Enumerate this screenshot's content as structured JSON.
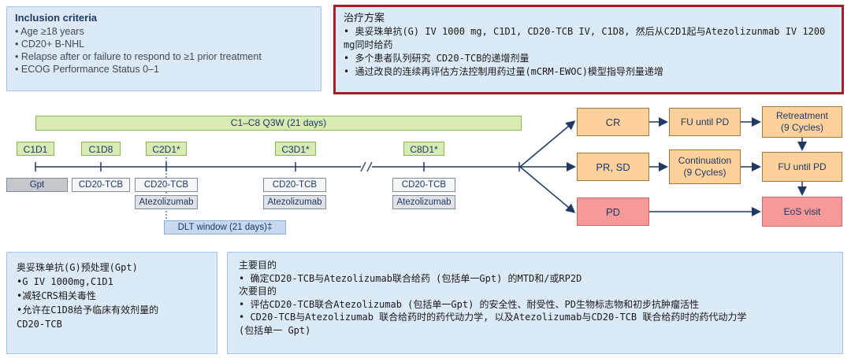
{
  "inclusion": {
    "title": "Inclusion criteria",
    "items": [
      "Age ≥18 years",
      "CD20+ B-NHL",
      "Relapse after or failure to respond to ≥1 prior treatment",
      "ECOG Performance Status 0–1"
    ]
  },
  "treatment": {
    "title": "治疗方案",
    "items": [
      "奥妥珠单抗(G) IV 1000 mg, C1D1, CD20-TCB IV, C1D8, 然后从C2D1起与Atezolizunmab IV 1200 mg同时给药",
      "多个患者队列研究 CD20-TCB的递增剂量",
      "通过改良的连续再评估方法控制用药过量(mCRM-EWOC)模型指导剂量递增"
    ]
  },
  "timeline": {
    "cycle_bar": "C1–C8 Q3W (21 days)",
    "days": [
      "C1D1",
      "C1D8",
      "C2D1*",
      "C3D1*",
      "C8D1*"
    ],
    "drugs": {
      "gpt": "Gpt",
      "tcb": "CD20-TCB",
      "atezo": "Atezolizumab"
    },
    "dlt": "DLT window (21 days)‡"
  },
  "outcomes": {
    "cr": "CR",
    "prsd": "PR, SD",
    "pd": "PD",
    "fu1": "FU until PD",
    "retreat": [
      "Retreatment",
      "(9 Cycles)"
    ],
    "contin": [
      "Continuation",
      "(9 Cycles)"
    ],
    "fu2": "FU until PD",
    "eos": "EoS visit"
  },
  "pretreat": {
    "title": "奥妥珠单抗(G)预处理(Gpt)",
    "items": [
      "•G IV 1000mg,C1D1",
      "•减轻CRS相关毒性",
      "•允许在C1D8给予临床有效剂量的",
      "CD20-TCB"
    ]
  },
  "objectives": {
    "primary_title": "主要目的",
    "primary": "确定CD20-TCB与Atezolizumab联合给药 (包括单一Gpt) 的MTD和/或RP2D",
    "secondary_title": "次要目的",
    "secondary": [
      "评估CD20-TCB联合Atezolizumab (包括单一Gpt) 的安全性、耐受性、PD生物标志物和初步抗肿瘤活性",
      "CD20-TCB与Atezolizumab 联合给药时的药代动力学, 以及Atezolizumab与CD20-TCB 联合给药时的药代动力学"
    ],
    "secondary_cont": "(包括单一 Gpt)"
  }
}
